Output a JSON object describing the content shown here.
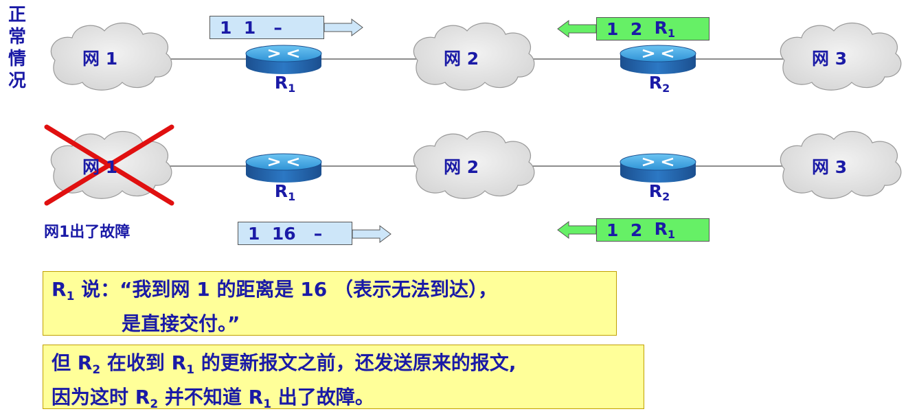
{
  "side_title": [
    "正",
    "常",
    "情",
    "况"
  ],
  "colors": {
    "text": "#1a1aa6",
    "msg_blue": "#cde6f9",
    "msg_green": "#66f066",
    "note_bg": "#ffff99",
    "cross": "#e01010",
    "router_top": "#3fa9e6",
    "router_side": "#1b4f8f"
  },
  "normal": {
    "clouds": [
      "网 1",
      "网 2",
      "网 3"
    ],
    "routers": [
      {
        "name": "R",
        "sub": "1"
      },
      {
        "name": "R",
        "sub": "2"
      }
    ],
    "msg_r1": {
      "parts": [
        "1",
        "1",
        "–"
      ]
    },
    "msg_r2": {
      "parts": [
        "1",
        "2",
        "R"
      ],
      "sub": "1"
    }
  },
  "failure": {
    "clouds": [
      "网 1",
      "网 2",
      "网 3"
    ],
    "routers": [
      {
        "name": "R",
        "sub": "1"
      },
      {
        "name": "R",
        "sub": "2"
      }
    ],
    "fault_label": "网1出了故障",
    "msg_r1": {
      "parts": [
        "1",
        "16",
        "–"
      ]
    },
    "msg_r2": {
      "parts": [
        "1",
        "2",
        "R"
      ],
      "sub": "1"
    }
  },
  "note1": {
    "speaker": "R",
    "speaker_sub": "1",
    "line1": " 说：“我到网 1 的距离是 16 （表示无法到达），",
    "line2": "是直接交付。”"
  },
  "note2": {
    "a": "但 R",
    "a_sub": "2",
    "b": " 在收到 R",
    "b_sub": "1",
    "c": " 的更新报文之前，还发送原来的报文,",
    "d": "因为这时  R",
    "d_sub": "2",
    "e": " 并不知道  R",
    "e_sub": "1",
    "f": " 出了故障。"
  }
}
